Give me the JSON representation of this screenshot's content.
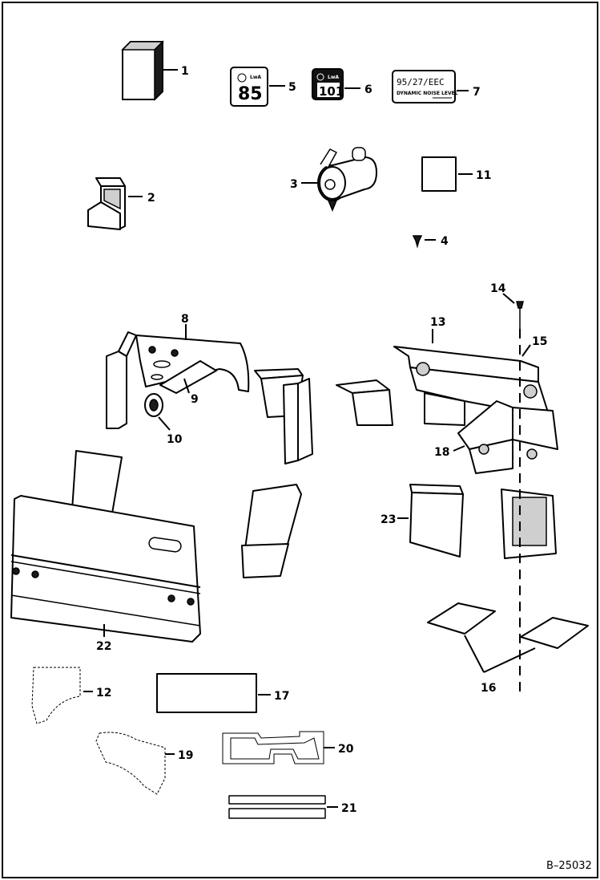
{
  "callouts": {
    "c1": "1",
    "c2": "2",
    "c3": "3",
    "c4": "4",
    "c5": "5",
    "c6": "6",
    "c7": "7",
    "c8": "8",
    "c9": "9",
    "c10": "10",
    "c11": "11",
    "c12": "12",
    "c13": "13",
    "c14": "14",
    "c15": "15",
    "c16": "16",
    "c17": "17",
    "c18": "18",
    "c19": "19",
    "c20": "20",
    "c21": "21",
    "c22": "22",
    "c23": "23"
  },
  "decals": {
    "decal5_value": "85",
    "decal5_unit": "LwA",
    "decal6_value": "101",
    "decal6_unit": "LwA",
    "decal7_line1": "95/27/EEC",
    "decal7_line2": "DYNAMIC NOISE LEVEL"
  },
  "reference": "B–25032"
}
